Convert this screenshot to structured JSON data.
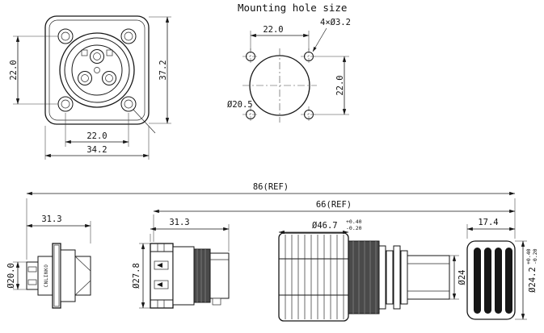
{
  "title": "Mounting hole size",
  "front_view": {
    "hole_spacing_v": "22.0",
    "hole_spacing_h": "22.0",
    "overall_width": "34.2",
    "overall_height": "37.2"
  },
  "hole_pattern": {
    "hole_spacing_h": "22.0",
    "hole_spacing_v": "22.0",
    "hole_callout": "4×Ø3.2",
    "center_hole_dia": "Ø20.5"
  },
  "side_section": {
    "overall_ref": "86(REF)",
    "plug_ref": "66(REF)",
    "socket_length": "31.3",
    "plug_length": "31.3",
    "cap_length": "17.4",
    "socket_dia": "Ø20.0",
    "plug_dia": "Ø27.8",
    "nut_dia": "Ø46.7",
    "nut_tol_plus": "+0.40",
    "nut_tol_minus": "-0.20",
    "tail_dia": "Ø24",
    "cap_dia": "Ø24.2",
    "cap_tol_plus": "+0.40",
    "cap_tol_minus": "-0.20",
    "brand": "CNLINKO"
  }
}
